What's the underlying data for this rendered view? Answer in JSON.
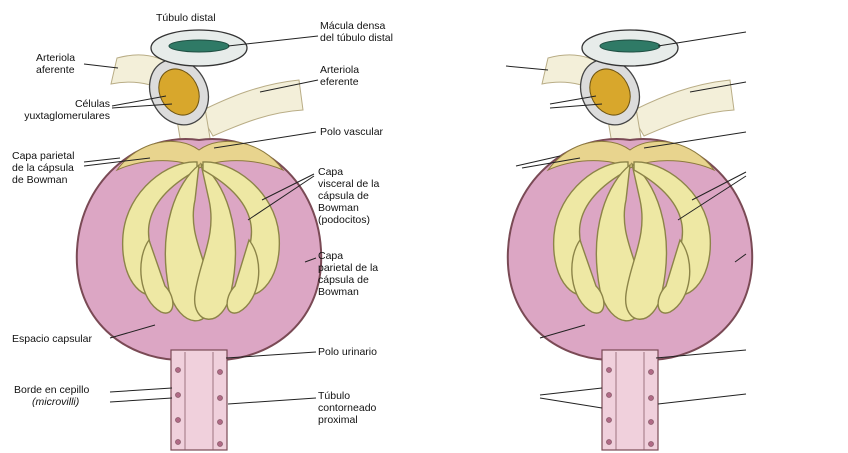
{
  "labels": {
    "tubulo_distal": "Túbulo distal",
    "macula_densa": [
      "Mácula densa",
      "del túbulo distal"
    ],
    "arteriola_aferente": [
      "Arteriola",
      "aferente"
    ],
    "arteriola_eferente": [
      "Arteriola",
      "eferente"
    ],
    "celulas_yuxta": [
      "Células",
      "yuxtaglomerulares"
    ],
    "polo_vascular": "Polo vascular",
    "capa_parietal_izq": [
      "Capa parietal",
      "de la cápsula",
      "de Bowman"
    ],
    "capa_visceral": [
      "Capa",
      "visceral de la",
      "cápsula de",
      "Bowman",
      "(podocitos)"
    ],
    "capa_parietal_der": [
      "Capa",
      "parietal de la",
      "cápsula de",
      "Bowman"
    ],
    "espacio_capsular": "Espacio capsular",
    "polo_urinario": "Polo urinario",
    "borde_cepillo": [
      "Borde en cepillo",
      "(microvilli)"
    ],
    "tubulo_contorneado": [
      "Túbulo",
      "contorneado",
      "proximal"
    ]
  },
  "colors": {
    "capsule_fill": "#dca6c4",
    "capsule_outline": "#7a4a55",
    "capillary_fill": "#eee8a4",
    "capillary_outline": "#8c8448",
    "tubule_fill": "#f0d0dc",
    "cap_top": "#e8d48e",
    "arteriole": "#f3efd9",
    "macula": "#2f7a66"
  }
}
